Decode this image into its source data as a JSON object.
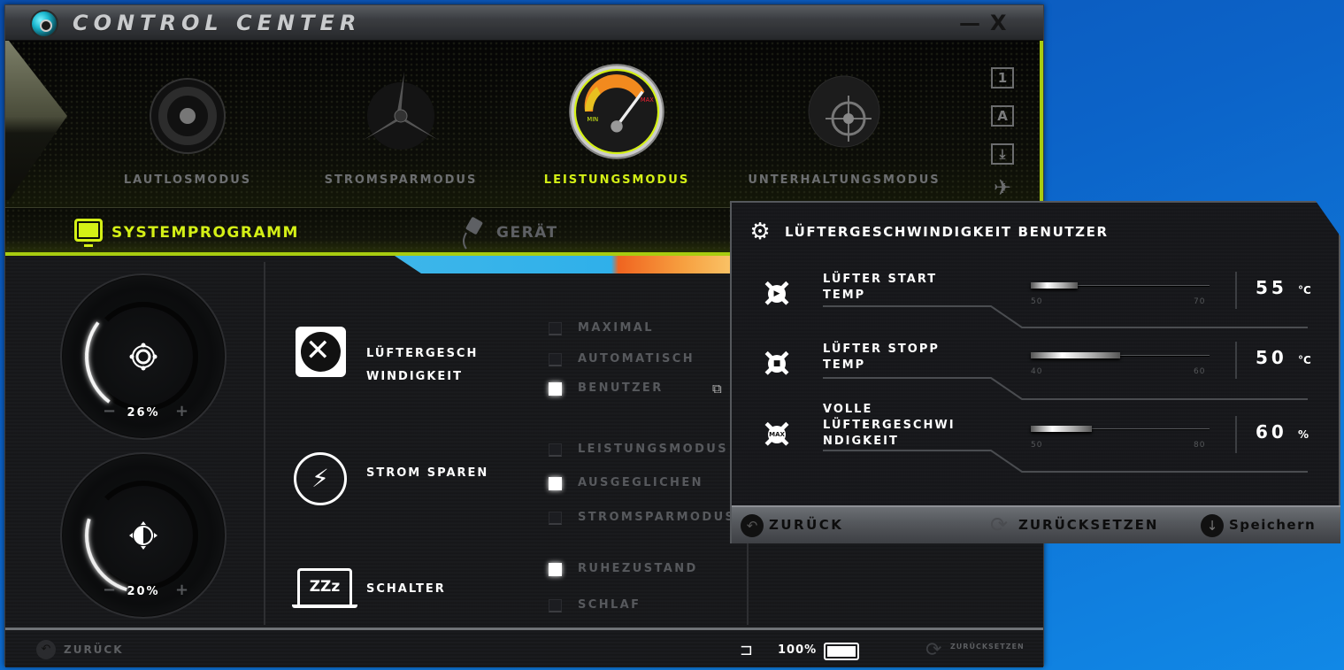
{
  "window": {
    "title": "Control Center",
    "minimize_label": "—",
    "close_label": "X"
  },
  "colors": {
    "accent": "#d4f016",
    "accent_border": "#a8cc10",
    "inactive_text": "#6c6e70",
    "desktop_blue": "#0c63c8"
  },
  "modes": [
    {
      "label": "Lautlosmodus",
      "icon": "speaker-icon",
      "active": false
    },
    {
      "label": "Stromsparmodus",
      "icon": "propeller-icon",
      "active": false
    },
    {
      "label": "Leistungsmodus",
      "icon": "speedometer-icon",
      "active": true,
      "gauge_min": "MIN",
      "gauge_max": "MAX"
    },
    {
      "label": "Unterhaltungsmodus",
      "icon": "crosshair-icon",
      "active": false
    }
  ],
  "side_icons": [
    {
      "label": "1",
      "icon": "number-one-icon"
    },
    {
      "label": "A",
      "icon": "letter-a-icon"
    },
    {
      "label": "⤓",
      "icon": "download-icon"
    },
    {
      "label": "✈",
      "icon": "airplane-icon"
    }
  ],
  "tabs": [
    {
      "label": "SYSTEMPROGRAMM",
      "icon": "monitor-icon",
      "active": true
    },
    {
      "label": "GERÄT",
      "icon": "usb-plug-icon",
      "active": false
    }
  ],
  "dials": {
    "volume": {
      "value": "26%",
      "icon": "speaker-icon",
      "minus": "−",
      "plus": "+"
    },
    "brightness": {
      "value": "20%",
      "icon": "brightness-icon",
      "minus": "−",
      "plus": "+"
    }
  },
  "functions": {
    "fan": {
      "label_line1": "Lüftergesch",
      "label_line2": "windigkeit",
      "options": [
        {
          "label": "Maximal",
          "checked": false
        },
        {
          "label": "Automatisch",
          "checked": false
        },
        {
          "label": "Benutzer",
          "checked": true
        }
      ]
    },
    "power": {
      "label": "Strom sparen",
      "options": [
        {
          "label": "Leistungsmodus",
          "checked": false
        },
        {
          "label": "Ausgeglichen",
          "checked": true
        },
        {
          "label": "Stromsparmodus",
          "checked": false
        }
      ]
    },
    "switch": {
      "label": "Schalter",
      "icon_text": "ZZz",
      "options": [
        {
          "label": "Ruhezustand",
          "checked": true
        },
        {
          "label": "Schlaf",
          "checked": false
        }
      ]
    }
  },
  "bottom_bar": {
    "back_label": "ZURÜCK",
    "battery_percent": "100%",
    "reset_label": "ZURÜCKSETZEN"
  },
  "popup": {
    "title": "Lüftergeschwindigkeit Benutzer",
    "rows": [
      {
        "label": "Lüfter Start Temp",
        "icon": "fan-start-icon",
        "badge": "▶",
        "min": "50",
        "max": "70",
        "value": "55",
        "unit": "°C",
        "fill_percent": 26
      },
      {
        "label": "Lüfter Stopp Temp",
        "icon": "fan-stop-icon",
        "badge": "■",
        "min": "40",
        "max": "60",
        "value": "50",
        "unit": "°C",
        "fill_percent": 50
      },
      {
        "label": "Volle Lüftergeschwi ndigkeit",
        "icon": "fan-max-icon",
        "badge": "MAX",
        "min": "50",
        "max": "80",
        "value": "60",
        "unit": "%",
        "fill_percent": 34
      }
    ],
    "footer": {
      "back_label": "ZURÜCK",
      "reset_label": "ZURÜCKSETZEN",
      "save_label": "Speichern"
    }
  }
}
